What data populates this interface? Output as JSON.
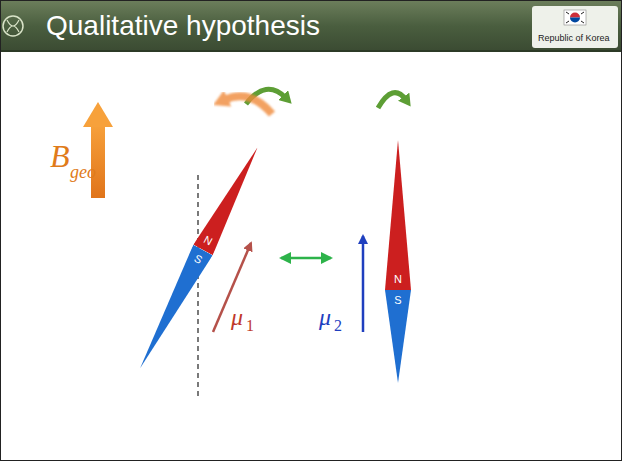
{
  "diagram": {
    "title": "Qualitative hypothesis",
    "nodes": [
      {
        "text": [
          "N"
        ]
      },
      {
        "text": [
          "S"
        ]
      },
      {
        "text": [
          "N"
        ]
      },
      {
        "text": [
          "S"
        ]
      }
    ],
    "labels": [
      "Republic of Korea",
      "B",
      "geo",
      "μ",
      "1",
      "μ",
      "2"
    ]
  }
}
